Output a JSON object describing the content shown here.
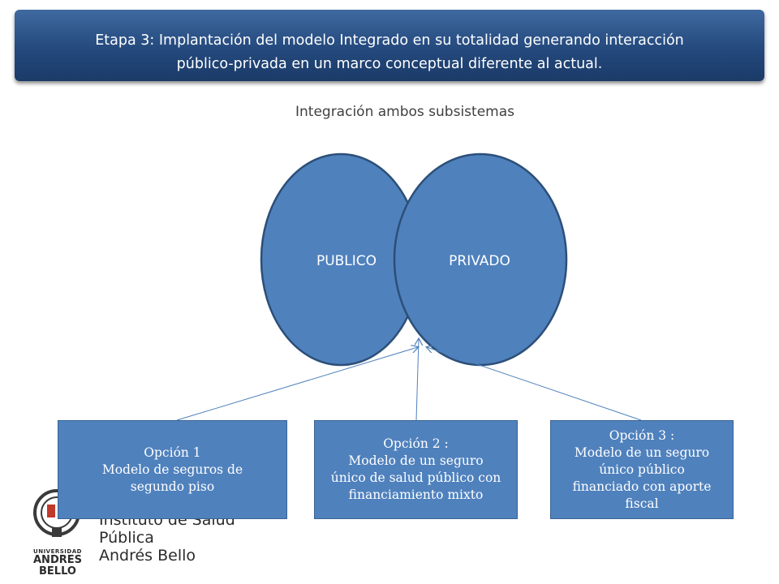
{
  "header": {
    "line1": "Etapa 3: Implantación del modelo Integrado en su totalidad generando interacción",
    "line2": "público-privada en un marco conceptual diferente al actual."
  },
  "subtitle": "Integración ambos subsistemas",
  "circles": {
    "left_label": "PUBLICO",
    "right_label": "PRIVADO"
  },
  "options": [
    {
      "title": "Opción 1",
      "lines": [
        "Modelo de seguros de",
        "segundo piso"
      ]
    },
    {
      "title": "Opción 2 :",
      "lines": [
        "Modelo de un seguro",
        "único de salud público con",
        "financiamiento mixto"
      ]
    },
    {
      "title": "Opción 3 :",
      "lines": [
        "Modelo de un seguro",
        "único  público",
        "financiado con aporte",
        "fiscal"
      ]
    }
  ],
  "logo": {
    "institute_line1": "Instituto de Salud Pública",
    "institute_line2": "Andrés Bello",
    "university_small": "UNIVERSIDAD",
    "university_big": "ANDRES BELLO"
  },
  "colors": {
    "header_bg": "#24497d",
    "circle_fill": "#4f81bd",
    "circle_stroke": "#2c4f78",
    "box_fill": "#4f81bd",
    "arrow": "#4f81bd"
  }
}
